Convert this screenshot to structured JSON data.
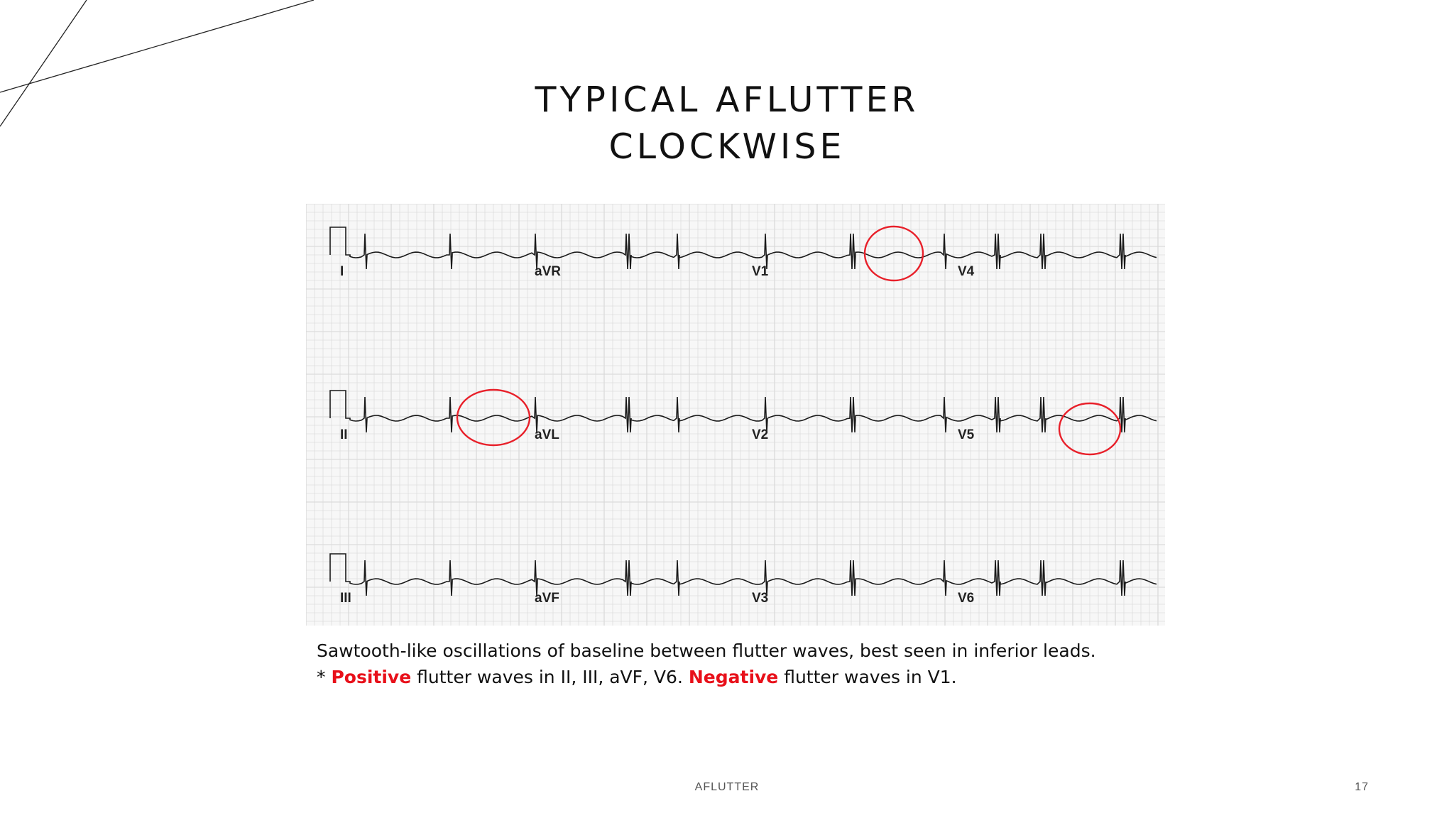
{
  "slide": {
    "title_line1": "TYPICAL AFLUTTER",
    "title_line2": "CLOCKWISE",
    "footer_label": "AFLUTTER",
    "page_number": "17"
  },
  "ecg": {
    "rows": [
      [
        "I",
        "aVR",
        "V1",
        "V4"
      ],
      [
        "II",
        "aVL",
        "V2",
        "V5"
      ],
      [
        "III",
        "aVF",
        "V3",
        "V6"
      ]
    ],
    "grid_color": "#d6d6d6",
    "trace_color": "#1a1a1a",
    "highlight_color": "#e8202a"
  },
  "caption": {
    "line1": "Sawtooth-like oscillations of baseline between flutter waves, best seen in inferior leads.",
    "line2_prefix": "* ",
    "positive_word": "Positive",
    "line2_mid": " flutter waves in II, III, aVF, V6. ",
    "negative_word": "Negative",
    "line2_suffix": " flutter waves in V1."
  },
  "colors": {
    "accent_red": "#e8101a"
  }
}
